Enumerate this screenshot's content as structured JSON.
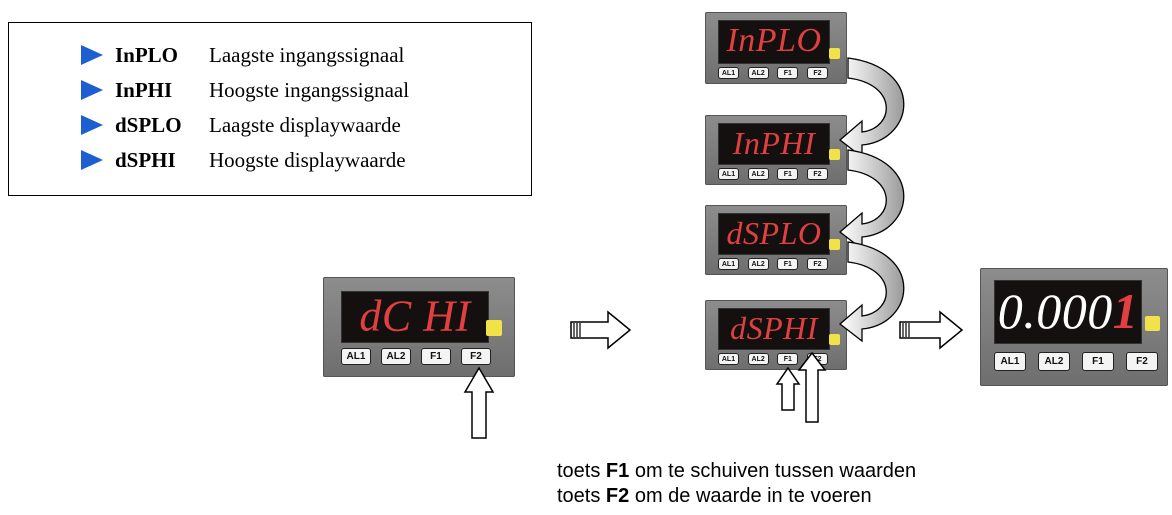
{
  "legend": {
    "items": [
      {
        "code": "InPLO",
        "desc": "Laagste ingangssignaal"
      },
      {
        "code": "InPHI",
        "desc": "Hoogste ingangssignaal"
      },
      {
        "code": "dSPLO",
        "desc": "Laagste displaywaarde"
      },
      {
        "code": "dSPHI",
        "desc": "Hoogste displaywaarde"
      }
    ]
  },
  "devices": {
    "start": {
      "display": "dC HI"
    },
    "step1": {
      "display": "InPLO"
    },
    "step2": {
      "display": "InPHI"
    },
    "step3": {
      "display": "dSPLO"
    },
    "step4": {
      "display": "dSPHI"
    },
    "result": {
      "display_main": "0.000",
      "display_blink": "1"
    }
  },
  "keys": {
    "al1": "AL1",
    "al2": "AL2",
    "f1": "F1",
    "f2": "F2"
  },
  "captions": {
    "line1": {
      "prefix": "toets ",
      "key": "F1",
      "text": " om te schuiven tussen waarden"
    },
    "line2": {
      "prefix": "toets ",
      "key": "F2",
      "text": " om de waarde in te voeren"
    }
  },
  "colors": {
    "lcd_text": "#e24040",
    "led": "#f2e24a",
    "bullet": "#1c5fd1"
  }
}
